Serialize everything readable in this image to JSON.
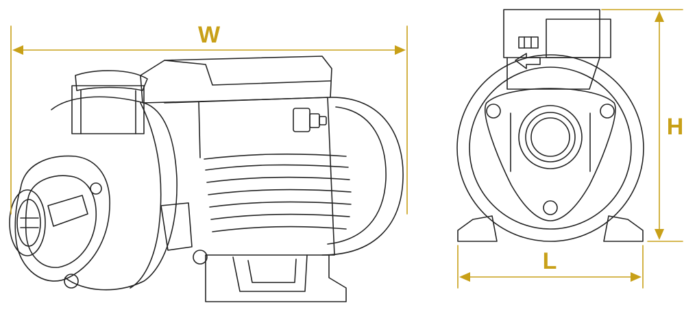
{
  "dimensions": {
    "width_label": "W",
    "length_label": "L",
    "height_label": "H"
  },
  "colors": {
    "dimension": "#c8a018",
    "outline": "#222222",
    "background": "#ffffff"
  }
}
